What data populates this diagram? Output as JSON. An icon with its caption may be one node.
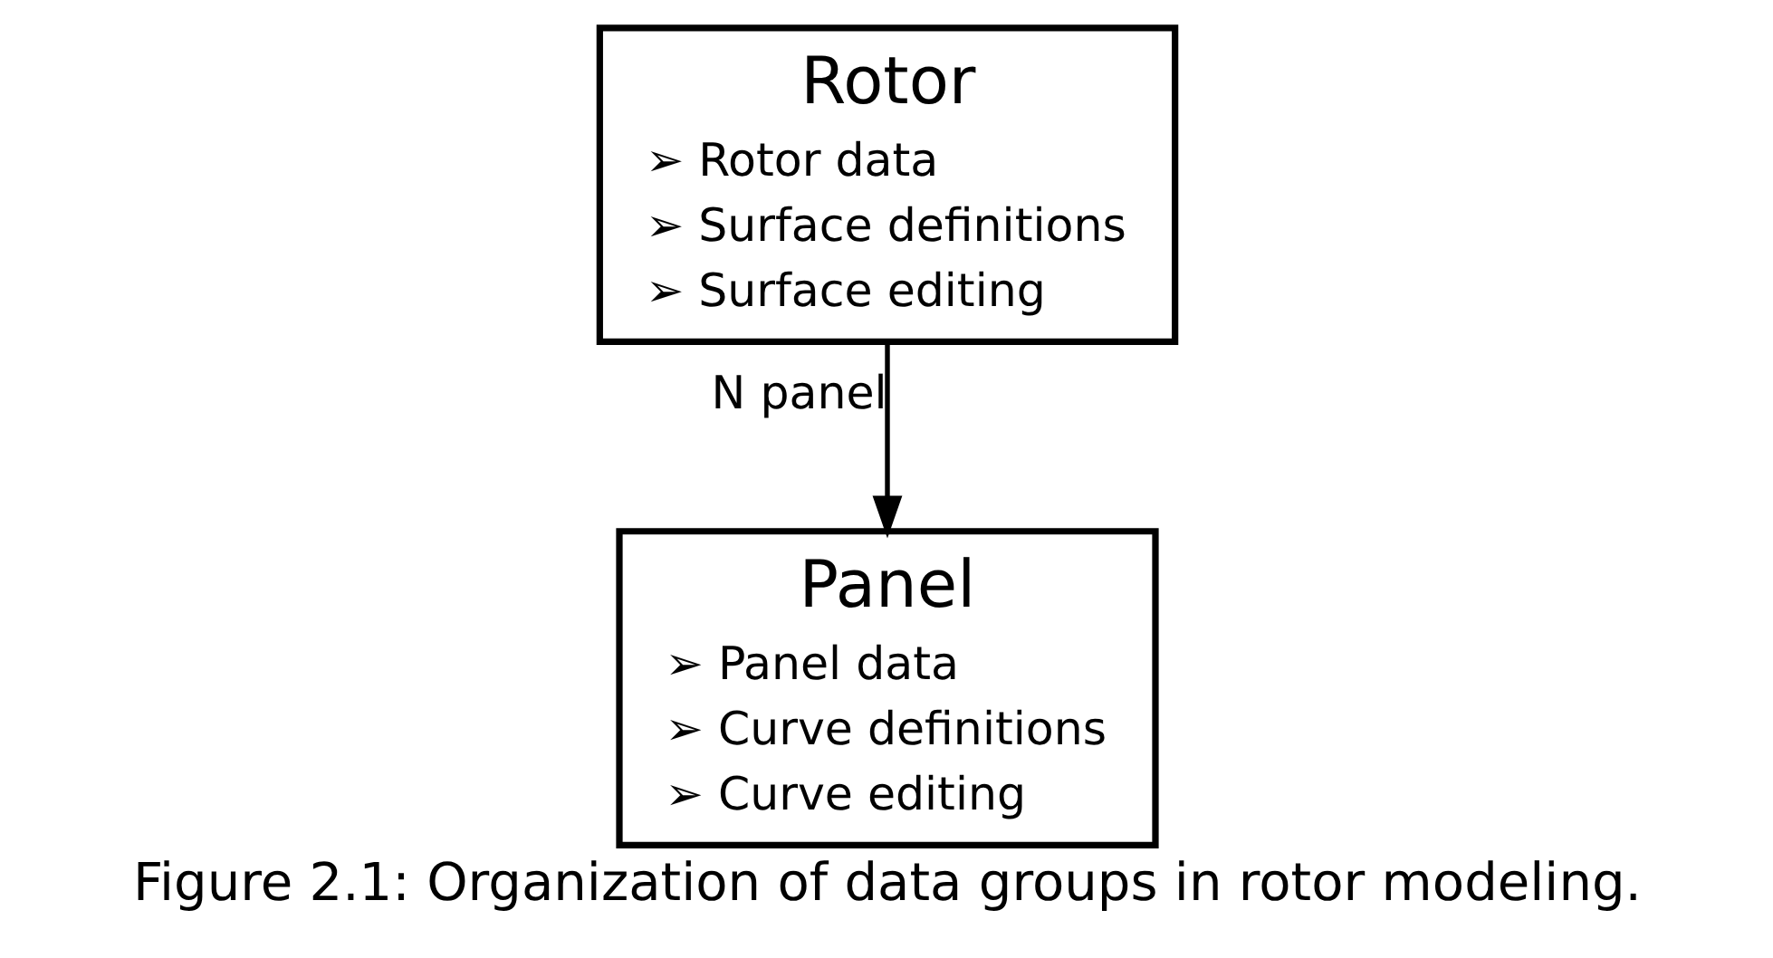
{
  "diagram": {
    "caption": "Figure 2.1: Organization of data groups in rotor modeling.",
    "nodes": [
      {
        "text": [
          "Rotor",
          "➢ Rotor data",
          "➢ Surface definitions",
          "➢ Surface editing"
        ]
      },
      {
        "text": [
          "Panel",
          "➢ Panel data",
          "➢ Curve definitions",
          "➢ Curve editing"
        ]
      }
    ],
    "edges": [
      {
        "from": 0,
        "to": 1,
        "arrow": "to",
        "label": "N panel"
      }
    ]
  }
}
